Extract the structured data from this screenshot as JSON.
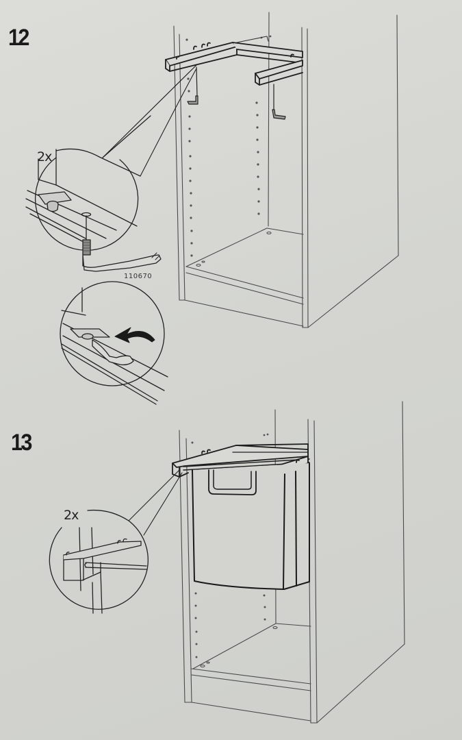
{
  "document": {
    "type": "assembly-instructions",
    "background_color": "#d6d7d3",
    "line_color": "#2a2a2a"
  },
  "steps": [
    {
      "number": "12",
      "detail_callouts": [
        {
          "quantity": "2x",
          "part_number": "110670",
          "description": "hook screw inserted through hole under rail"
        },
        {
          "icon": "rotate-arrow-icon",
          "description": "rotate hook to lock rail"
        }
      ],
      "main_illustration": "pull-out frame mounted at top of cabinet with hooks below"
    },
    {
      "number": "13",
      "detail_callouts": [
        {
          "quantity": "2x",
          "description": "rail hooked onto frame end"
        }
      ],
      "main_illustration": "bin hanging from pull-out frame inside cabinet"
    }
  ]
}
